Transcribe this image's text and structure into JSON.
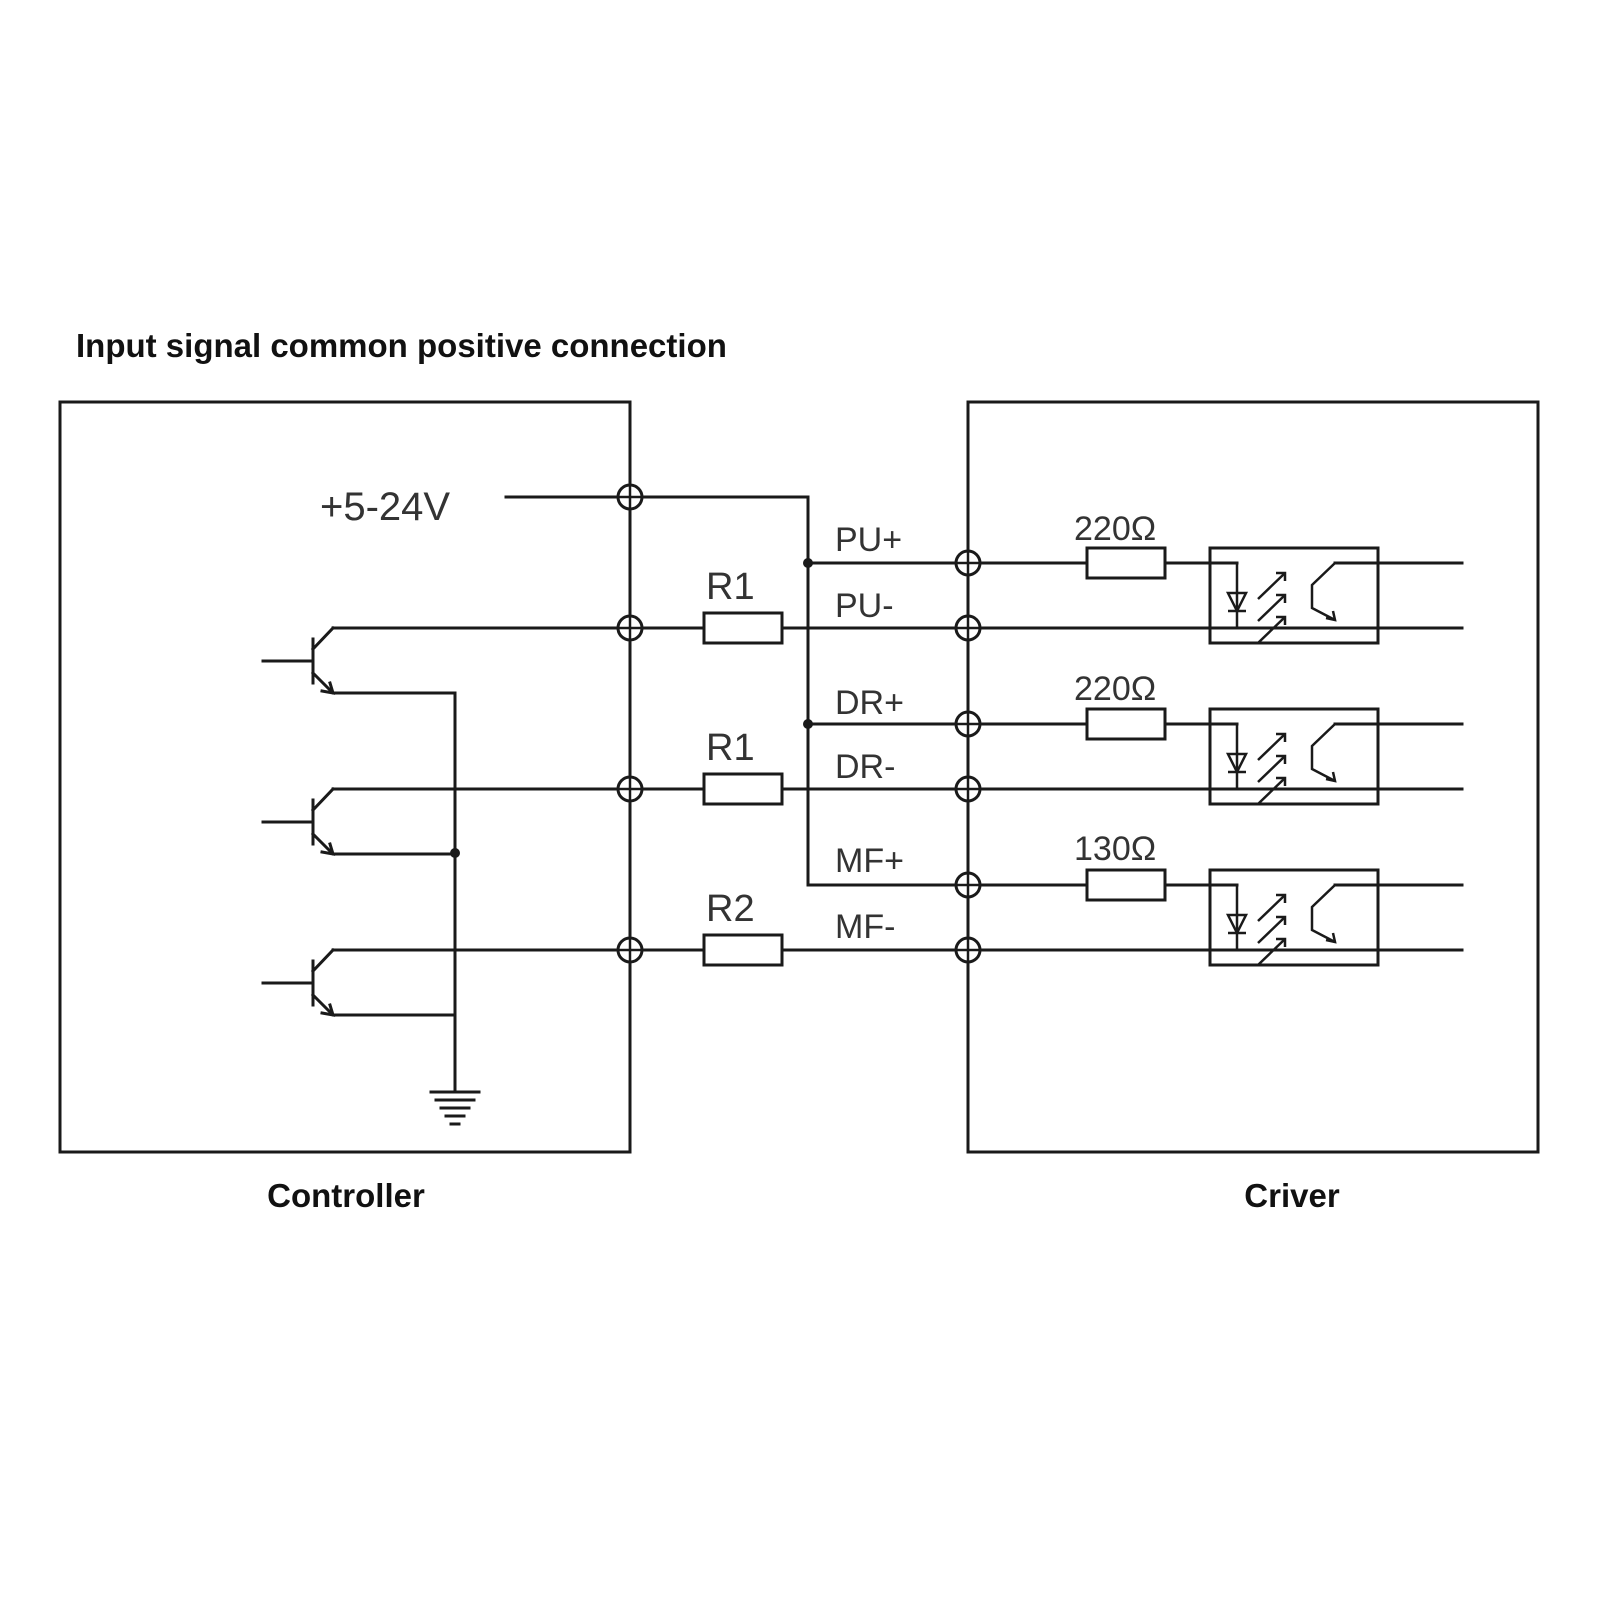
{
  "title": "Input signal common positive connection",
  "supply_label": "+5-24V",
  "controller_label": "Controller",
  "driver_label": "Criver",
  "signals": [
    {
      "plus": "PU+",
      "minus": "PU-",
      "series_resistor": "R1",
      "driver_resistor": "220Ω"
    },
    {
      "plus": "DR+",
      "minus": "DR-",
      "series_resistor": "R1",
      "driver_resistor": "220Ω"
    },
    {
      "plus": "MF+",
      "minus": "MF-",
      "series_resistor": "R2",
      "driver_resistor": "130Ω"
    }
  ],
  "colors": {
    "line": "#1a1a1a",
    "background": "#ffffff"
  }
}
